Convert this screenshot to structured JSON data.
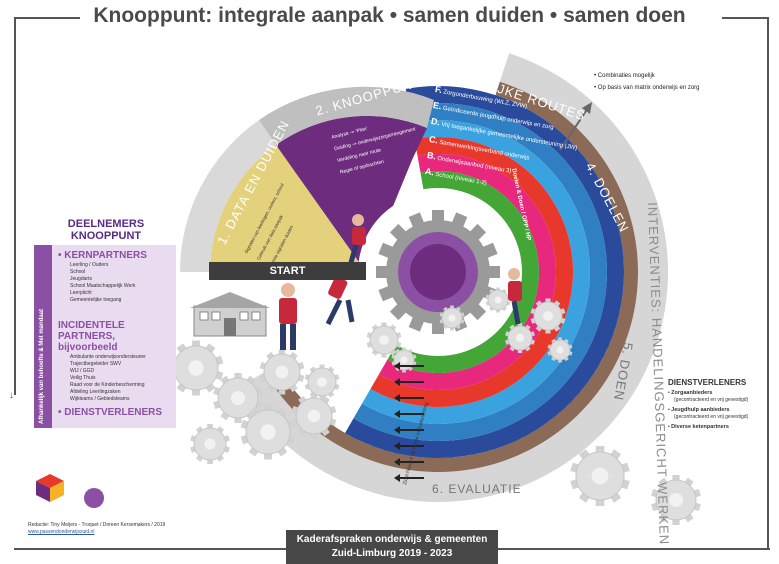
{
  "title": "Knooppunt: integrale aanpak • samen duiden • samen doen",
  "wheel": {
    "start_label": "START",
    "segments": [
      {
        "label": "1. DATA EN DUIDEN",
        "color": "#e3d17c"
      },
      {
        "label": "2. KNOOPPUNT",
        "color": "#6e2c7e"
      },
      {
        "label": "3. MOGELIJKE ROUTES",
        "color": "#bfbfbf"
      },
      {
        "label": "4. DOELEN",
        "color": "#8b6b57"
      },
      {
        "label": "5. DOEN",
        "color": "#bfbfbf"
      },
      {
        "label": "6. EVALUATIE",
        "color": "#bfbfbf"
      }
    ],
    "outer_label": "INTERVENTIES: HANDELINGSGERICHT WERKEN",
    "routes": [
      {
        "letter": "F.",
        "text": "Zorgonderbouwing (WLZ, ZVW)",
        "color": "#2a4b9b"
      },
      {
        "letter": "E.",
        "text": "Geïndiceerde jeugdhulp onderwijs en zorg",
        "color": "#2f7fc2"
      },
      {
        "letter": "D.",
        "text": "Vrij toegankelijke gemeentelijke ondersteuning (JW)",
        "color": "#3ba2e0"
      },
      {
        "letter": "C.",
        "text": "Samenwerkingsverband onderwijs",
        "color": "#e8372b"
      },
      {
        "letter": "B.",
        "text": "Onderwijsaanbod (niveau 3)",
        "color": "#e7287c"
      },
      {
        "letter": "A.",
        "text": "School (niveau 1-2)",
        "color": "#43a637"
      }
    ],
    "knooppunt_items": [
      "Analyse -> 'Plan'",
      "Duiding -> onderwijszorgarrangement",
      "Verdeling naar route",
      "Regie of opdrachten"
    ],
    "data_items": [
      "Signalen van leerlingen, ouders, school",
      "Gebruik van data aanpak",
      "Eerste signalen duiden"
    ],
    "gear_label": "Doelen & Doen / OPP / HP"
  },
  "notes": [
    "Combinaties mogelijk",
    "Op basis van matrix onderwijs en zorg"
  ],
  "participants": {
    "heading": "DEELNEMERS KNOOPPUNT",
    "side_label": "Afhankelijk van behoefte & Met mandaat",
    "kern": {
      "title": "KERNPARTNERS",
      "items": [
        "Leerling / Ouders",
        "School",
        "Jeugdarts",
        "School Maatschappelijk Werk",
        "Leerplicht",
        "Gemeentelijke toegang"
      ]
    },
    "incidenteel": {
      "title": "INCIDENTELE PARTNERS, bijvoorbeeld",
      "items": [
        "Ambulante onderwijsondersteuner",
        "Trajectbegeleider SWV",
        "WIJ / GGD",
        "Veilig Thuis",
        "Raad voor de Kinderbescherming",
        "Afdeling Leerlingzaken",
        "Wijkteams / Gebiedsteams"
      ]
    },
    "dienst": {
      "title": "DIENSTVERLENERS"
    }
  },
  "dienstverleners": {
    "title": "DIENSTVERLENERS",
    "items": [
      {
        "name": "Zorgaanbieders",
        "note": "(gecontracteerd en vrij gevestigd)"
      },
      {
        "name": "Jeugdhulp aanbieders",
        "note": "(gecontracteerd en vrij gevestigd)"
      },
      {
        "name": "Diverse ketenpartners",
        "note": ""
      }
    ]
  },
  "footer": {
    "banner_line1": "Kaderafspraken onderwijs & gemeenten",
    "banner_line2": "Zuid-Limburg 2019 - 2023",
    "credits": "Redactie: Tiny Meijers - Troquet / Doreen Kersemakers / 2019",
    "link": "www.passendonderwijszuid.nl"
  },
  "arrows_note": "Zicht houden op brede indicatiestelling"
}
